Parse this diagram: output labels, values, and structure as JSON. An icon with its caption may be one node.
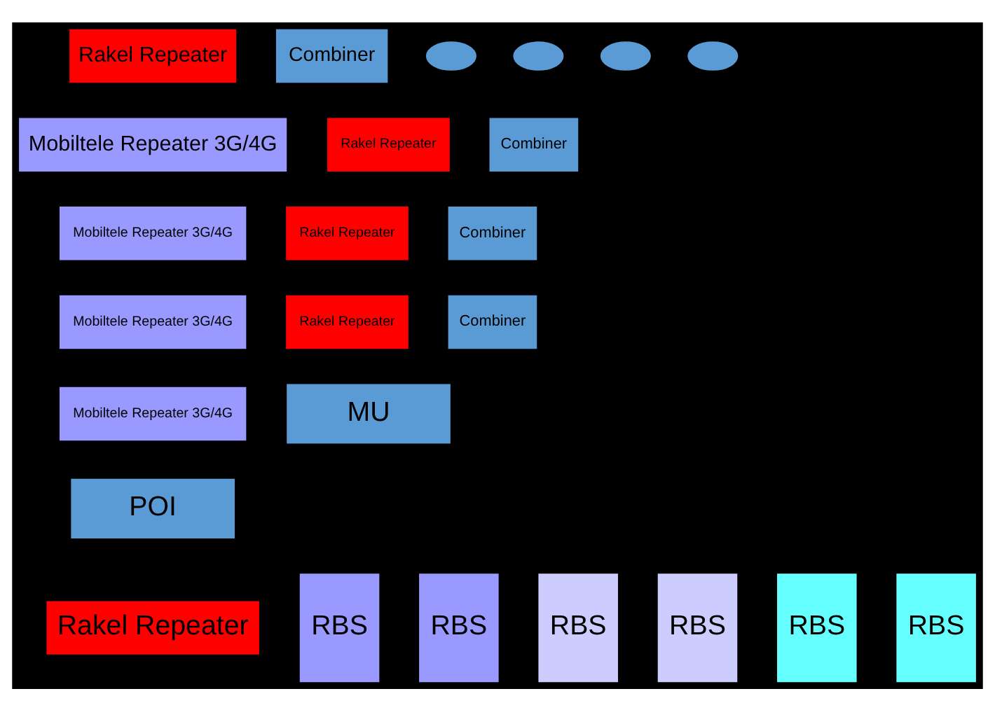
{
  "diagram": {
    "nodes": [
      {
        "text": [
          "Rakel Repeater"
        ]
      },
      {
        "text": [
          "Mobiltele Repeater 3G/4G"
        ]
      },
      {
        "text": [
          "Combiner"
        ]
      },
      {
        "text": [],
        "shape": "ellipse"
      },
      {
        "text": [],
        "shape": "ellipse"
      },
      {
        "text": [],
        "shape": "ellipse"
      },
      {
        "text": [],
        "shape": "ellipse"
      },
      {
        "text": [
          "Rakel Repeater"
        ]
      },
      {
        "text": [
          "Mobiltele Repeater 3G/4G"
        ]
      },
      {
        "text": [
          "Combiner"
        ]
      },
      {
        "text": [
          "Rakel Repeater"
        ]
      },
      {
        "text": [
          "Mobiltele Repeater 3G/4G"
        ]
      },
      {
        "text": [
          "Combiner"
        ]
      },
      {
        "text": [
          "Rakel Repeater"
        ]
      },
      {
        "text": [
          "Mobiltele Repeater 3G/4G"
        ]
      },
      {
        "text": [
          "Combiner"
        ]
      },
      {
        "text": [
          "MU"
        ]
      },
      {
        "text": [
          "POI"
        ]
      },
      {
        "text": [
          "Rakel Repeater"
        ]
      },
      {
        "text": [
          "RBS"
        ]
      },
      {
        "text": [
          "RBS"
        ]
      },
      {
        "text": [
          "RBS"
        ]
      },
      {
        "text": [
          "RBS"
        ]
      },
      {
        "text": [
          "RBS"
        ]
      },
      {
        "text": [
          "RBS"
        ]
      }
    ]
  }
}
